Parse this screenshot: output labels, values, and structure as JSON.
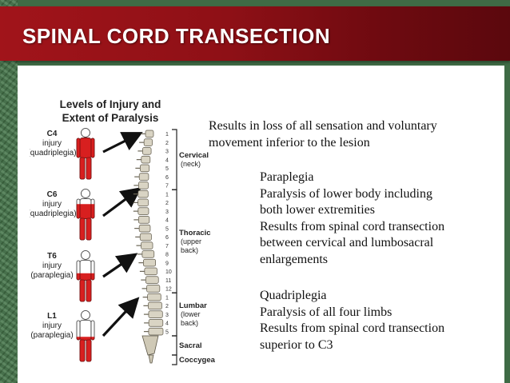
{
  "slide": {
    "title": "SPINAL CORD TRANSECTION",
    "intro": [
      "Results in loss of all sensation and voluntary",
      "movement inferior to the lesion"
    ],
    "blocks": [
      {
        "lines": [
          "Paraplegia",
          "Paralysis of lower body including",
          "both lower extremities",
          "Results from spinal cord transection",
          "between cervical and lumbosacral",
          "enlargements"
        ]
      },
      {
        "lines": [
          "Quadriplegia",
          "Paralysis of all four limbs",
          "Results from spinal cord transection",
          "superior to C3"
        ]
      }
    ]
  },
  "figure": {
    "title_lines": [
      "Levels of Injury and",
      "Extent of Paralysis"
    ],
    "injuries": [
      {
        "level": "C4",
        "injury": "injury",
        "type": "(quadriplegia)"
      },
      {
        "level": "C6",
        "injury": "injury",
        "type": "(quadriplegia)"
      },
      {
        "level": "T6",
        "injury": "injury",
        "type": "(paraplegia)"
      },
      {
        "level": "L1",
        "injury": "injury",
        "type": "(paraplegia)"
      }
    ],
    "regions": [
      {
        "name": "Cervical",
        "sub": [
          "(neck)"
        ]
      },
      {
        "name": "Thoracic",
        "sub": [
          "(upper",
          "back)"
        ]
      },
      {
        "name": "Lumbar",
        "sub": [
          "(lower",
          "back)"
        ]
      },
      {
        "name": "Sacral",
        "sub": []
      },
      {
        "name": "Coccygeal",
        "sub": []
      }
    ],
    "cervical_numbers": [
      "1",
      "2",
      "3",
      "4",
      "5",
      "6",
      "7"
    ],
    "thoracic_numbers": [
      "1",
      "2",
      "3",
      "4",
      "5",
      "6",
      "7",
      "8",
      "9",
      "10",
      "11",
      "12"
    ],
    "lumbar_numbers": [
      "1",
      "2",
      "3",
      "4",
      "5"
    ],
    "colors": {
      "paralysis": "#d81f1f",
      "body": "#ffffff",
      "bracket": "#222222"
    }
  }
}
